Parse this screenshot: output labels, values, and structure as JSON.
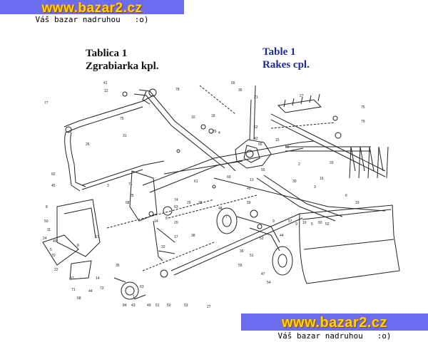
{
  "banner_top": {
    "title": "www.bazar2.cz",
    "subtitle": "Váš bazar nadruhou   :o)"
  },
  "banner_bottom": {
    "title": "www.bazar2.cz",
    "subtitle": "Váš bazar nadruhou   :o)"
  },
  "caption_pl": {
    "line1": "Tablica 1",
    "line2": "Zgrabiarka kpl."
  },
  "caption_en": {
    "line1": "Table 1",
    "line2": "Rakes cpl."
  },
  "colors": {
    "banner_bg": "#6c6cf0",
    "banner_title": "#ffd21a",
    "caption_en": "#1a2a9a",
    "line": "#222222"
  },
  "part_labels": [
    "41",
    "12",
    "78",
    "75",
    "77",
    "26",
    "31",
    "76",
    "21",
    "35",
    "65",
    "10",
    "18",
    "4",
    "62",
    "42",
    "66",
    "15",
    "56",
    "27",
    "75",
    "79",
    "33",
    "2",
    "30",
    "3",
    "62",
    "45",
    "8",
    "50",
    "11",
    "24",
    "40",
    "5",
    "70",
    "8",
    "21",
    "68",
    "22",
    "37",
    "63",
    "20",
    "17",
    "38",
    "32",
    "14",
    "8",
    "25",
    "74",
    "29",
    "28",
    "71",
    "61",
    "49",
    "13",
    "59",
    "48",
    "7",
    "69",
    "55",
    "35",
    "14",
    "27",
    "84",
    "43",
    "49",
    "51",
    "50",
    "53",
    "63",
    "72",
    "44",
    "71",
    "1",
    "58",
    "53",
    "36",
    "55",
    "51",
    "47",
    "54",
    "9",
    "44",
    "57",
    "9",
    "19",
    "5",
    "60",
    "52",
    "6",
    "19",
    "16",
    "3"
  ]
}
